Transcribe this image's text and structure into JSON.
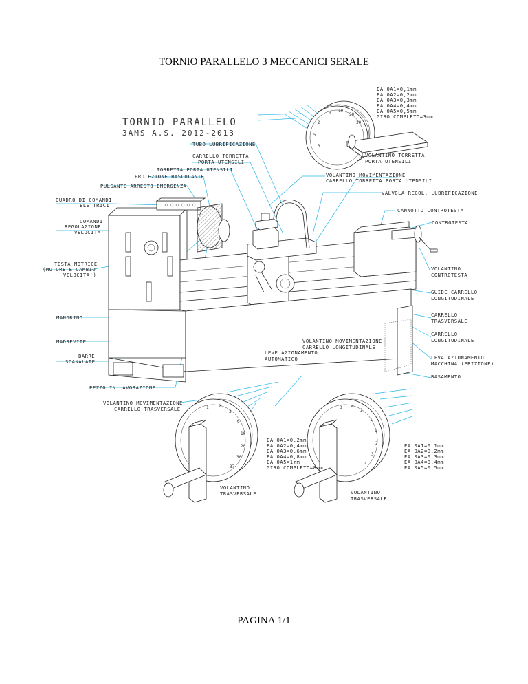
{
  "header": {
    "title": "TORNIO PARALLELO 3 MECCANICI SERALE"
  },
  "drawing": {
    "title_line1": "TORNIO PARALLELO",
    "title_line2": "3AMS A.S. 2012-2013",
    "labels": {
      "tubo": "TUBO LUBRIFICAZIONE",
      "carrello_torretta_1": "CARRELLO TORRETTA",
      "carrello_torretta_2": "PORTA UTENSILI",
      "torretta": "TORRETTA PORTA UTENSILI",
      "protezione": "PROTEZIONE BASCULANTE",
      "pulsante": "PULSANTE ARRESTO EMERGENZA",
      "quadro_1": "QUADRO DI COMANDI",
      "quadro_2": "ELETTRICI",
      "comandi_1": "COMANDI",
      "comandi_2": "REGOLAZIONE",
      "comandi_3": "VELOCITA'",
      "testa_1": "TESTA MOTRICE",
      "testa_2": "(MOTORE E CAMBIO",
      "testa_3": "VELOCITA')",
      "mandrino": "MANDRINO",
      "madrevite": "MADREVITE",
      "barre_1": "BARRE",
      "barre_2": "SCANALATE",
      "pezzo": "PEZZO IN LAVORAZIONE",
      "vol_tor_1": "VOLANTINO TORRETTA",
      "vol_tor_2": "PORTA UTENSILI",
      "vol_mov_1": "VOLANTINO MOVIMENTAZIONE",
      "vol_mov_2": "CARRELLO TORRETTA PORTA UTENSILI",
      "valvola": "VALVOLA REGOL. LUBRIFICAZIONE",
      "cannotto": "CANNOTTO CONTROTESTA",
      "contro": "CONTROTESTA",
      "vol_contro_1": "VOLANTINO",
      "vol_contro_2": "CONTROTESTA",
      "guide_1": "GUIDE CARRELLO",
      "guide_2": "LONGITUDINALE",
      "carr_tr_1": "CARRELLO",
      "carr_tr_2": "TRASVERSALE",
      "carr_lo_1": "CARRELLO",
      "carr_lo_2": "LONGITUDINALE",
      "vol_long_1": "VOLANTINO MOVIMENTAZIONE",
      "vol_long_2": "CARRELLO LONGITUDINALE",
      "leve_1": "LEVE AZIONAMENTO",
      "leve_2": "AUTOMATICO",
      "leva_1": "LEVA AZIONAMENTO",
      "leva_2": "MACCHINA (FRIZIONE)",
      "basamento": "BASAMENTO",
      "vol_trasv_mov_1": "VOLANTINO MOVIMENTAZIONE",
      "vol_trasv_mov_2": "CARRELLO TRASVERSALE",
      "vol_trasv_a_1": "VOLANTINO",
      "vol_trasv_a_2": "TRASVERSALE",
      "vol_trasv_b_1": "VOLANTINO",
      "vol_trasv_b_2": "TRASVERSALE"
    },
    "note_top": [
      "EA 0A1=0,1mm",
      "EA 0A2=0,2mm",
      "EA 0A3=0,3mm",
      "EA 0A4=0,4mm",
      "EA 0A5=0,5mm",
      "GIRO COMPLETO=3mm"
    ],
    "note_left": [
      "EA 0A1=0,2mm",
      "EA 0A2=0,4mm",
      "EA 0A3=0,6mm",
      "EA 0A4=0,8mm",
      "EA 0A5=1mm",
      "GIRO COMPLETO=8mm"
    ],
    "note_right": [
      "EA 0A1=0,1mm",
      "EA 0A2=0,2mm",
      "EA 0A3=0,3mm",
      "EA 0A4=0,4mm",
      "EA 0A5=0,5mm"
    ]
  },
  "footer": {
    "page": "PAGINA 1/1"
  }
}
